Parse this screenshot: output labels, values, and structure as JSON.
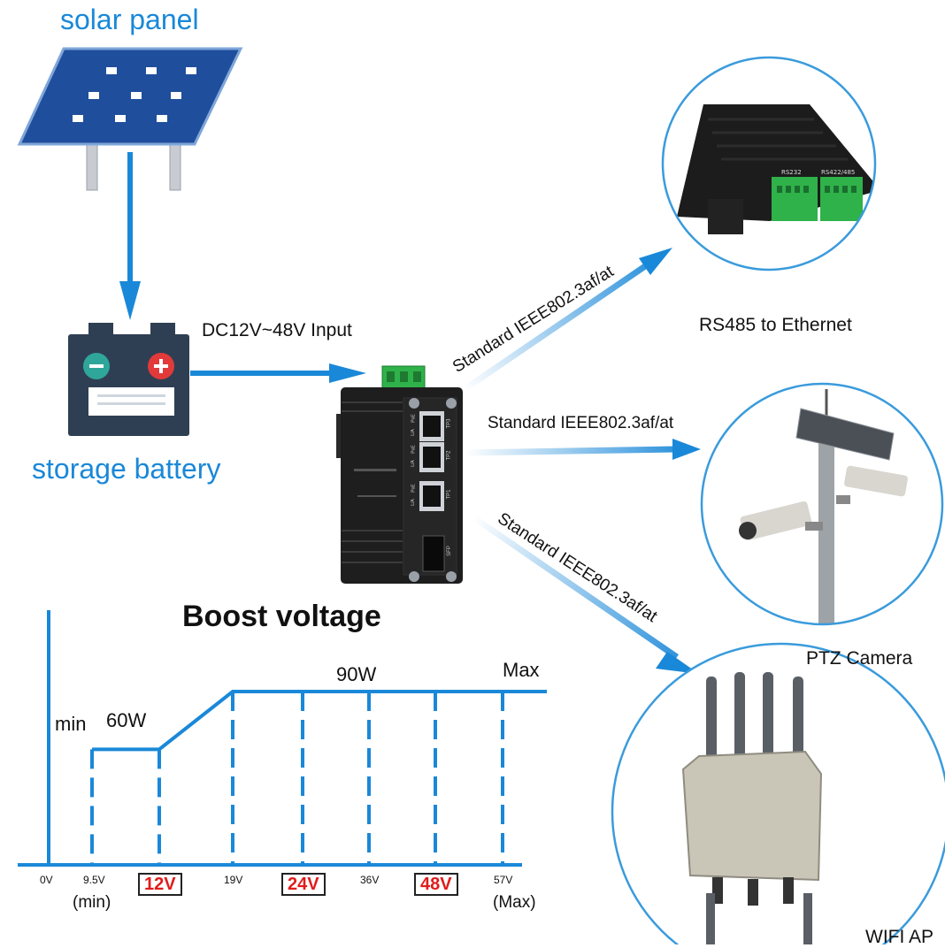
{
  "labels": {
    "solar_panel": "solar panel",
    "storage_battery": "storage battery",
    "dc_input": "DC12V~48V Input",
    "standard_top": "Standard IEEE802.3af/at",
    "standard_mid": "Standard IEEE802.3af/at",
    "standard_bottom": "Standard IEEE802.3af/at",
    "rs485": "RS485 to Ethernet",
    "ptz": "PTZ Camera",
    "wifi": "WIFI AP"
  },
  "device": {
    "ports": [
      "TP3",
      "TP2",
      "TP1",
      "SFP"
    ],
    "port_side_labels": [
      "PoE",
      "L/A",
      "PoE",
      "L/A",
      "PoE",
      "L/A"
    ],
    "rs_labels": [
      "RS232",
      "RS422/485"
    ]
  },
  "chart_data": {
    "type": "line",
    "title": "Boost voltage",
    "x_ticks": [
      "0V",
      "9.5V",
      "12V",
      "19V",
      "24V",
      "36V",
      "48V",
      "57V"
    ],
    "highlighted_ticks": [
      "12V",
      "24V",
      "48V"
    ],
    "sub_labels": [
      "(min)",
      "(Max)"
    ],
    "annotations": [
      "min",
      "60W",
      "90W",
      "Max"
    ],
    "points": [
      {
        "x": "9.5V",
        "y": 60
      },
      {
        "x": "12V",
        "y": 60
      },
      {
        "x": "19V",
        "y": 90
      },
      {
        "x": "57V",
        "y": 90
      }
    ],
    "colors": {
      "line": "#1a88d8",
      "highlight": "#e21b1b"
    }
  },
  "colors": {
    "accent": "#1a88d8",
    "panel": "#1f4e9c",
    "battery": "#2f3f53"
  }
}
